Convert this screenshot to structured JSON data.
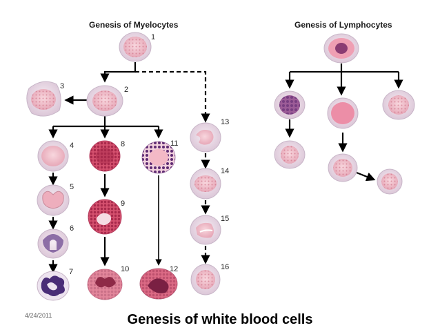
{
  "headers": {
    "myelocytes": "Genesis of Myelocytes",
    "lymphocytes": "Genesis of Lymphocytes"
  },
  "cell_numbers": [
    "1",
    "2",
    "3",
    "4",
    "5",
    "6",
    "7",
    "8",
    "9",
    "10",
    "11",
    "12",
    "13",
    "14",
    "15",
    "16"
  ],
  "footer": {
    "date": "4/24/2011",
    "title": "Genesis of white blood cells"
  },
  "colors": {
    "cytoplasm_pink": "#f2b9c3",
    "cytoplasm_pale": "#ecd6e4",
    "membrane": "#d9c9d8",
    "nucleus_dark": "#9b3f62",
    "eosinophil": "#c74a6a",
    "basophil": "#6b2f7a",
    "neutrophil_nucleus": "#4a2d77",
    "arrow": "#000000"
  }
}
